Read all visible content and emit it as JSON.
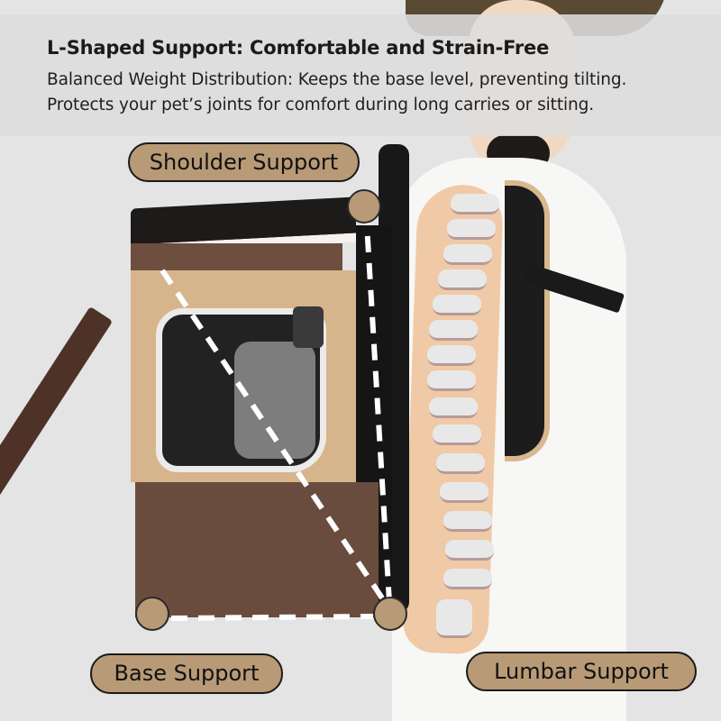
{
  "header": {
    "title": "L-Shaped Support: Comfortable and Strain-Free",
    "lines": [
      "Balanced Weight Distribution: Keeps the base level, preventing tilting.",
      "Protects your pet’s joints for comfort during long carries or sitting."
    ]
  },
  "labels": {
    "shoulder": "Shoulder Support",
    "base": "Base Support",
    "lumbar": "Lumbar Support"
  },
  "colors": {
    "pill_fill": "#b89a76",
    "pill_border": "#1a1a1a",
    "band": "#dddddd",
    "dash": "#ffffff",
    "bag_tan": "#d7b58c",
    "bag_brown": "#6a4c3e"
  },
  "icons": {
    "support_point": "circle-marker",
    "support_line": "dashed-l-shape"
  }
}
